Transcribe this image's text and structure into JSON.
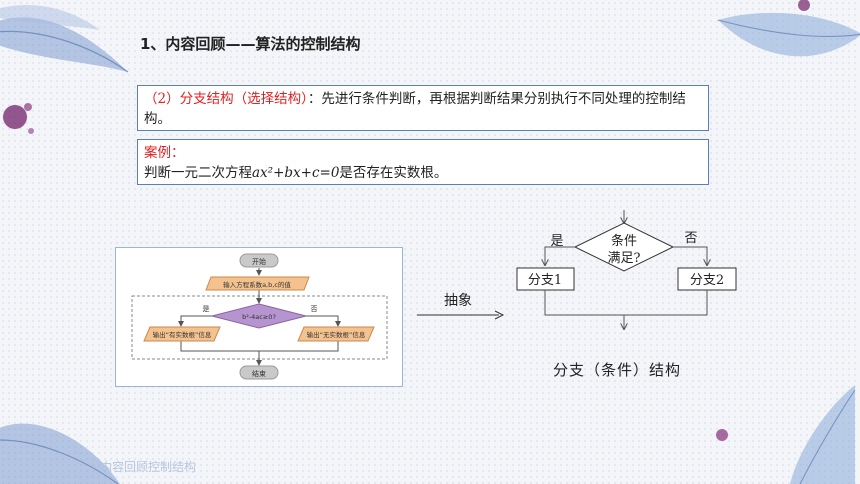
{
  "title": "1、内容回顾——算法的控制结构",
  "definition": {
    "term": "（2）分支结构（选择结构）",
    "text": "：先进行条件判断，再根据判断结果分别执行不同处理的控制结构。"
  },
  "example": {
    "label": "案例：",
    "text_before": "判断一元二次方程",
    "equation": "ax²+bx+c=0",
    "text_after": "是否存在实数根。"
  },
  "flowchart_detailed": {
    "start": "开始",
    "input": "输入方程系数a,b,c的值",
    "condition": "b²-4ac≥0?",
    "yes": "是",
    "no": "否",
    "output_yes": "输出“有实数根”信息",
    "output_no": "输出“无实数根”信息",
    "end": "结束"
  },
  "arrow_label": "抽象",
  "flowchart_abstract": {
    "yes": "是",
    "no": "否",
    "condition_line1": "条件",
    "condition_line2": "满足?",
    "branch1": "分支1",
    "branch2": "分支2",
    "caption": "分支（条件）结构"
  },
  "footer": "内容回顾控制结构"
}
